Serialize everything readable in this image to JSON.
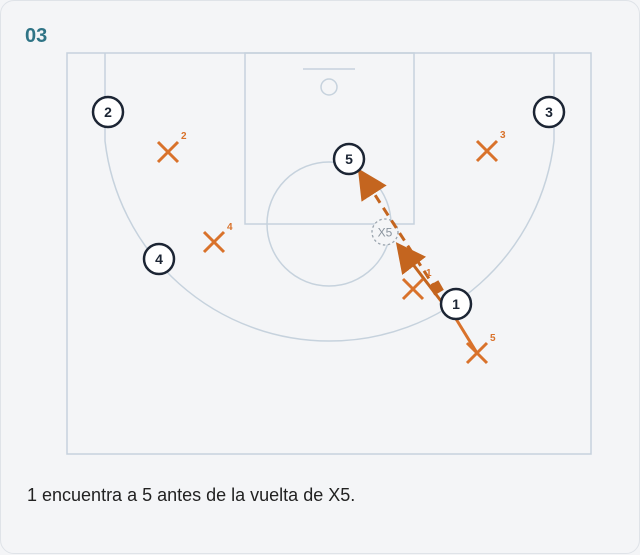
{
  "step_number": "03",
  "caption": "1 encuentra a 5 antes de la vuelta de X5.",
  "colors": {
    "court_lines": "#c6d2dd",
    "defense": "#d9722b",
    "pass": "#c4651f",
    "offense_stroke": "#1c2534",
    "step_number": "#2f7486"
  },
  "offense": [
    {
      "label": "2"
    },
    {
      "label": "3"
    },
    {
      "label": "5"
    },
    {
      "label": "4"
    },
    {
      "label": "1"
    }
  ],
  "defense": [
    {
      "label": "2"
    },
    {
      "label": "3"
    },
    {
      "label": "4"
    },
    {
      "label": "1"
    },
    {
      "label": "5"
    }
  ],
  "ghost_defender": {
    "label": "X5"
  },
  "icons": {
    "dribble_handle": "square-marker",
    "pass_arrow": "dashed-arrow",
    "cut_arrow": "solid-arrow"
  }
}
